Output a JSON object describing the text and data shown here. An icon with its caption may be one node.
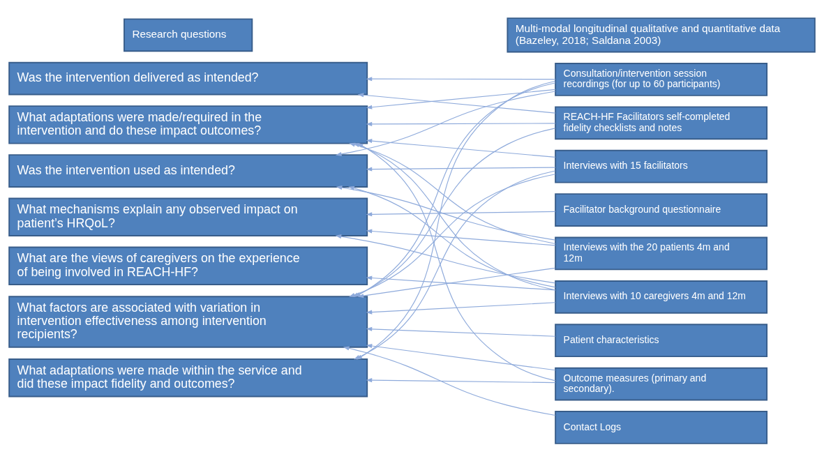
{
  "diagram": {
    "nodes": [
      {
        "text": [
          "Research questions"
        ]
      },
      {
        "text": [
          "Multi-modal longitudinal qualitative and quantitative data (Bazeley, 2018; Saldana 2003)"
        ]
      },
      {
        "text": [
          "Was the intervention delivered as intended?"
        ]
      },
      {
        "text": [
          "What adaptations were made/required in the intervention and do these impact outcomes?"
        ]
      },
      {
        "text": [
          "Was the intervention used as intended?"
        ]
      },
      {
        "text": [
          "What mechanisms explain any observed impact on patient’s HRQoL?"
        ]
      },
      {
        "text": [
          "What are the views of caregivers on the experience of being involved in REACH-HF?"
        ]
      },
      {
        "text": [
          "What factors are associated with variation in intervention effectiveness among intervention recipients?"
        ]
      },
      {
        "text": [
          "What adaptations were made within the service and did these impact fidelity and outcomes?"
        ]
      },
      {
        "text": [
          "Consultation/intervention session recordings (for up to 60 participants)"
        ]
      },
      {
        "text": [
          "REACH-HF Facilitators self-completed fidelity checklists and notes"
        ]
      },
      {
        "text": [
          "Interviews with 15 facilitators"
        ]
      },
      {
        "text": [
          "Facilitator background questionnaire"
        ]
      },
      {
        "text": [
          "Interviews with the 20 patients 4m and 12m"
        ]
      },
      {
        "text": [
          "Interviews with 10 caregivers 4m and 12m"
        ]
      },
      {
        "text": [
          "Patient characteristics"
        ]
      },
      {
        "text": [
          "Outcome measures (primary and secondary)."
        ]
      },
      {
        "text": [
          "Contact Logs"
        ]
      }
    ],
    "edges": [
      {
        "from": 9,
        "to": 2,
        "arrow": "to"
      },
      {
        "from": 10,
        "to": 2,
        "arrow": "to"
      },
      {
        "from": 9,
        "to": 3,
        "arrow": "to"
      },
      {
        "from": 10,
        "to": 3,
        "arrow": "to"
      },
      {
        "from": 11,
        "to": 3,
        "arrow": "to"
      },
      {
        "from": 13,
        "to": 3,
        "arrow": "to"
      },
      {
        "from": 14,
        "to": 3,
        "arrow": "to"
      },
      {
        "from": 16,
        "to": 3,
        "arrow": "to"
      },
      {
        "from": 9,
        "to": 4,
        "arrow": "to"
      },
      {
        "from": 11,
        "to": 4,
        "arrow": "to"
      },
      {
        "from": 13,
        "to": 4,
        "arrow": "to"
      },
      {
        "from": 14,
        "to": 4,
        "arrow": "to"
      },
      {
        "from": 12,
        "to": 5,
        "arrow": "to"
      },
      {
        "from": 13,
        "to": 5,
        "arrow": "to"
      },
      {
        "from": 14,
        "to": 5,
        "arrow": "to"
      },
      {
        "from": 14,
        "to": 6,
        "arrow": "to"
      },
      {
        "from": 9,
        "to": 7,
        "arrow": "to"
      },
      {
        "from": 10,
        "to": 7,
        "arrow": "to"
      },
      {
        "from": 11,
        "to": 7,
        "arrow": "to"
      },
      {
        "from": 13,
        "to": 7,
        "arrow": "to"
      },
      {
        "from": 14,
        "to": 7,
        "arrow": "to"
      },
      {
        "from": 15,
        "to": 7,
        "arrow": "to"
      },
      {
        "from": 16,
        "to": 7,
        "arrow": "to"
      },
      {
        "from": 17,
        "to": 7,
        "arrow": "to"
      },
      {
        "from": 9,
        "to": 8,
        "arrow": "to"
      },
      {
        "from": 11,
        "to": 8,
        "arrow": "to"
      },
      {
        "from": 16,
        "to": 8,
        "arrow": "to"
      }
    ]
  }
}
